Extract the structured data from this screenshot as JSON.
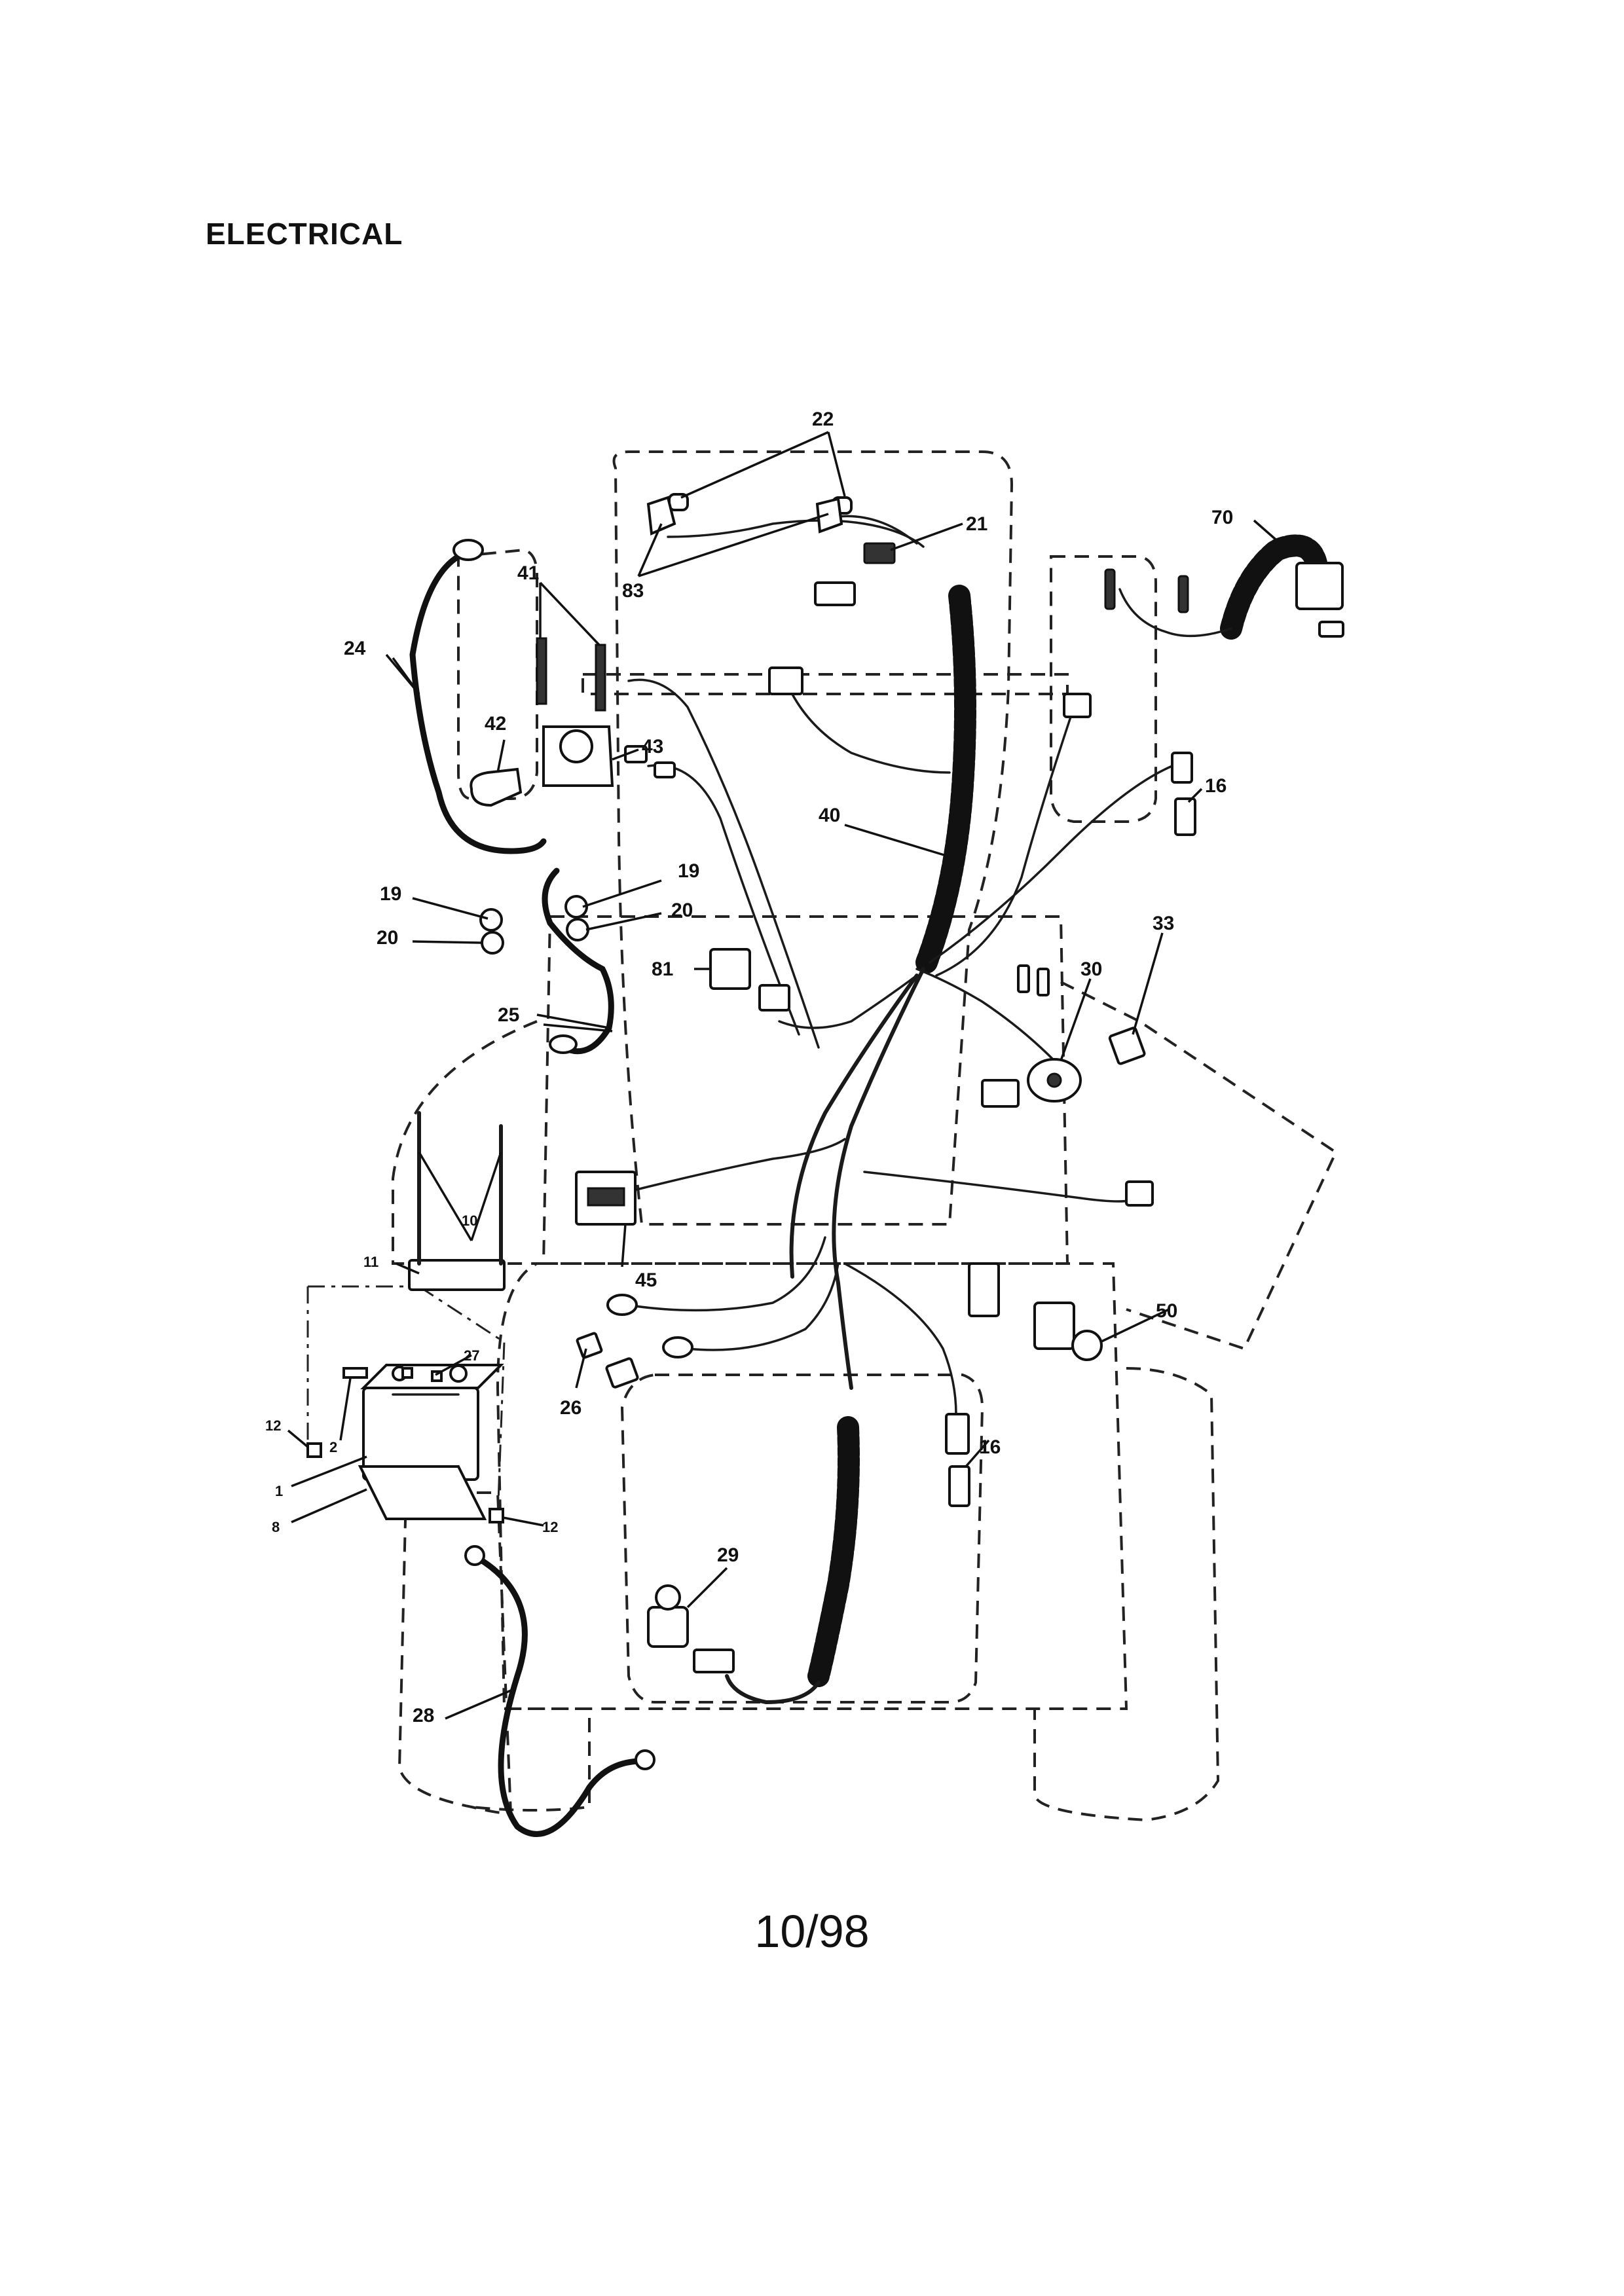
{
  "header": {
    "title": "ELECTRICAL"
  },
  "footer": {
    "page_code": "10/98"
  },
  "callouts": {
    "c1": "1",
    "c2": "2",
    "c8": "8",
    "c10": "10",
    "c11": "11",
    "c12a": "12",
    "c12b": "12",
    "c16a": "16",
    "c16b": "16",
    "c19a": "19",
    "c19b": "19",
    "c20a": "20",
    "c20b": "20",
    "c21": "21",
    "c22": "22",
    "c24": "24",
    "c25": "25",
    "c26": "26",
    "c27": "27",
    "c28": "28",
    "c29": "29",
    "c30": "30",
    "c33": "33",
    "c40": "40",
    "c41": "41",
    "c42": "42",
    "c43": "43",
    "c45": "45",
    "c50": "50",
    "c70": "70",
    "c81": "81",
    "c83": "83"
  }
}
